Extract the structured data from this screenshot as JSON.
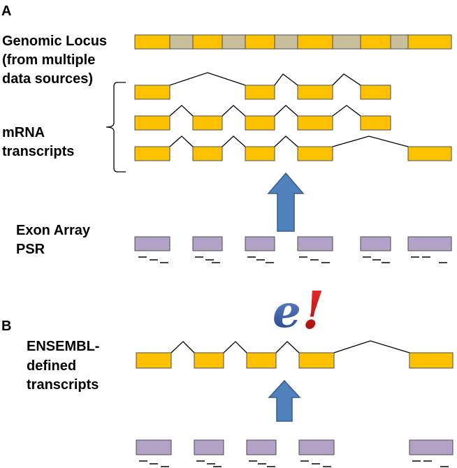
{
  "panels": [
    {
      "letter": "A"
    },
    {
      "letter": "B"
    }
  ],
  "labels": {
    "genomic_locus": [
      "Genomic Locus",
      "(from multiple",
      "data sources)"
    ],
    "mrna_transcripts": [
      "mRNA",
      "transcripts"
    ],
    "exon_array": [
      "Exon Array",
      "PSR"
    ],
    "ensembl_defined": [
      "ENSEMBL-",
      "defined",
      "transcripts"
    ]
  },
  "logo": {
    "name": "ensembl-logo",
    "text_e": "e",
    "text_bang": "!",
    "colors": {
      "e": "#2f5aa8",
      "bang": "#cc1010"
    }
  },
  "colors": {
    "exon": "#ffc000",
    "exon_border": "#4d4d4d",
    "intron_block": "#c9bf9a",
    "probe": "#b3a2c7",
    "arrow": "#4f81bd",
    "arrow_border": "#385d8a",
    "line": "#000000"
  }
}
